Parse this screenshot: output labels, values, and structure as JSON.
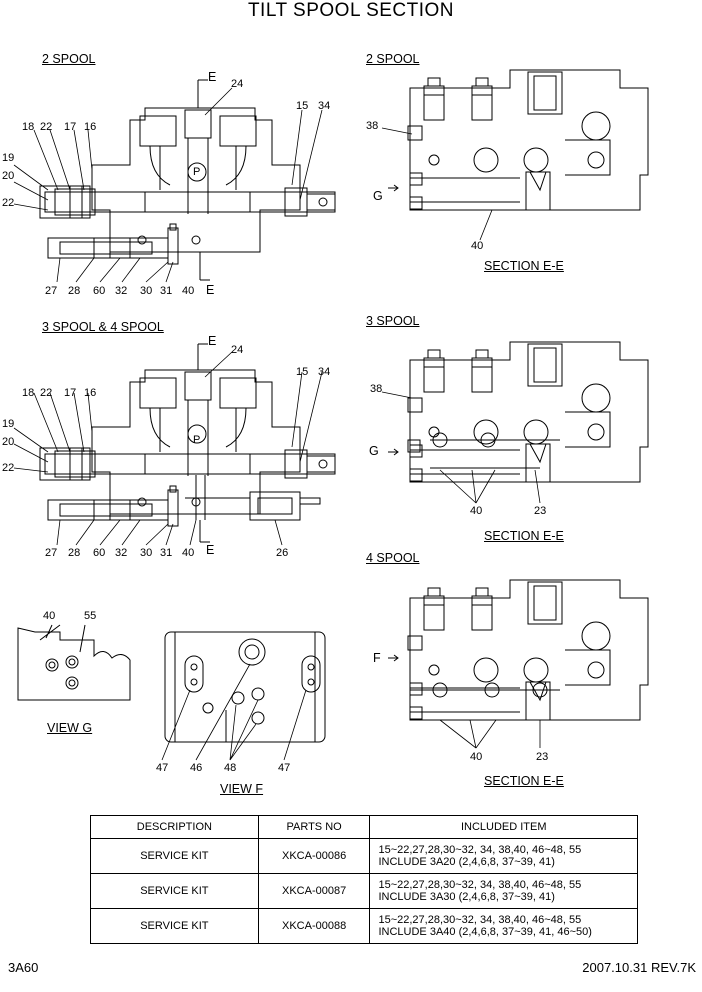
{
  "title": "TILT SPOOL SECTION",
  "views": {
    "two_spool_left": "2 SPOOL",
    "two_spool_right": "2 SPOOL",
    "three_four_spool": "3 SPOOL & 4 SPOOL",
    "three_spool_right": "3 SPOOL",
    "four_spool_right": "4 SPOOL",
    "section_ee_1": "SECTION E-E",
    "section_ee_2": "SECTION E-E",
    "section_ee_3": "SECTION E-E",
    "view_g": "VIEW G",
    "view_f": "VIEW F"
  },
  "markers": {
    "E": "E",
    "G": "G",
    "F": "F",
    "P": "P"
  },
  "callouts": {
    "n15": "15",
    "n16": "16",
    "n17": "17",
    "n18": "18",
    "n19": "19",
    "n20": "20",
    "n22": "22",
    "n23": "23",
    "n24": "24",
    "n26": "26",
    "n27": "27",
    "n28": "28",
    "n30": "30",
    "n31": "31",
    "n32": "32",
    "n34": "34",
    "n38": "38",
    "n40": "40",
    "n46": "46",
    "n47": "47",
    "n48": "48",
    "n55": "55",
    "n60": "60"
  },
  "kit_table": {
    "headers": [
      "DESCRIPTION",
      "PARTS NO",
      "INCLUDED ITEM"
    ],
    "rows": [
      {
        "description": "SERVICE KIT",
        "parts_no": "XKCA-00086",
        "line1": "15~22,27,28,30~32, 34, 38,40, 46~48, 55",
        "line2": "INCLUDE 3A20 (2,4,6,8, 37~39, 41)"
      },
      {
        "description": "SERVICE KIT",
        "parts_no": "XKCA-00087",
        "line1": "15~22,27,28,30~32, 34, 38,40, 46~48, 55",
        "line2": "INCLUDE 3A30 (2,4,6,8, 37~39, 41)"
      },
      {
        "description": "SERVICE KIT",
        "parts_no": "XKCA-00088",
        "line1": "15~22,27,28,30~32, 34, 38,40, 46~48, 55",
        "line2": "INCLUDE 3A40 (2,4,6,8, 37~39, 41, 46~50)"
      }
    ]
  },
  "footer": {
    "page_code": "3A60",
    "date_rev": "2007.10.31  REV.7K"
  }
}
